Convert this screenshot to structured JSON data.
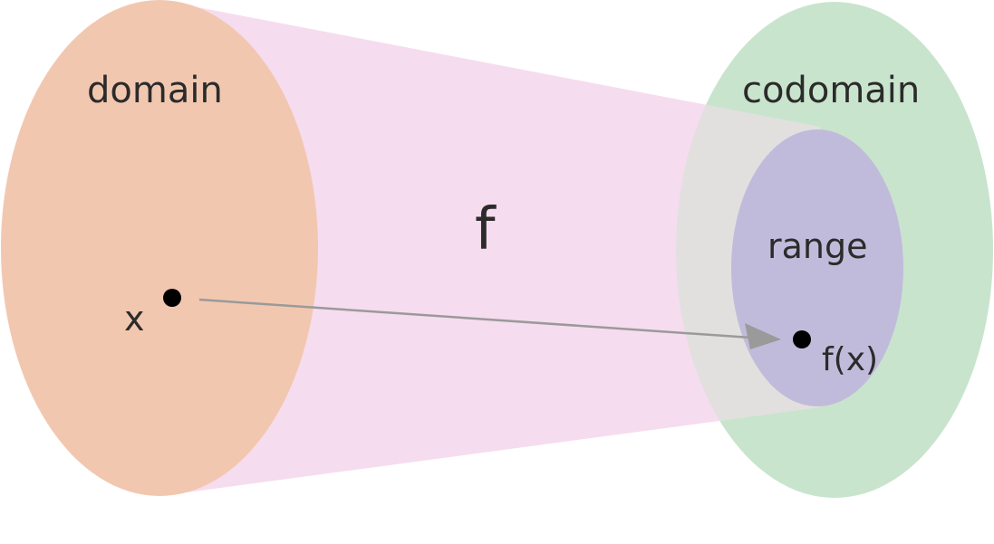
{
  "labels": {
    "domain": "domain",
    "codomain": "codomain",
    "range": "range",
    "function": "f",
    "element": "x",
    "image": "f(x)"
  },
  "colors": {
    "domain_fill": "#f2c7b0",
    "mapping_band_fill": "#f5dcef",
    "codomain_fill": "#c9e4cd",
    "range_fill": "#c1bbdb",
    "arrow": "#9a9a9a",
    "point": "#000000",
    "text": "#2b2b2b"
  }
}
